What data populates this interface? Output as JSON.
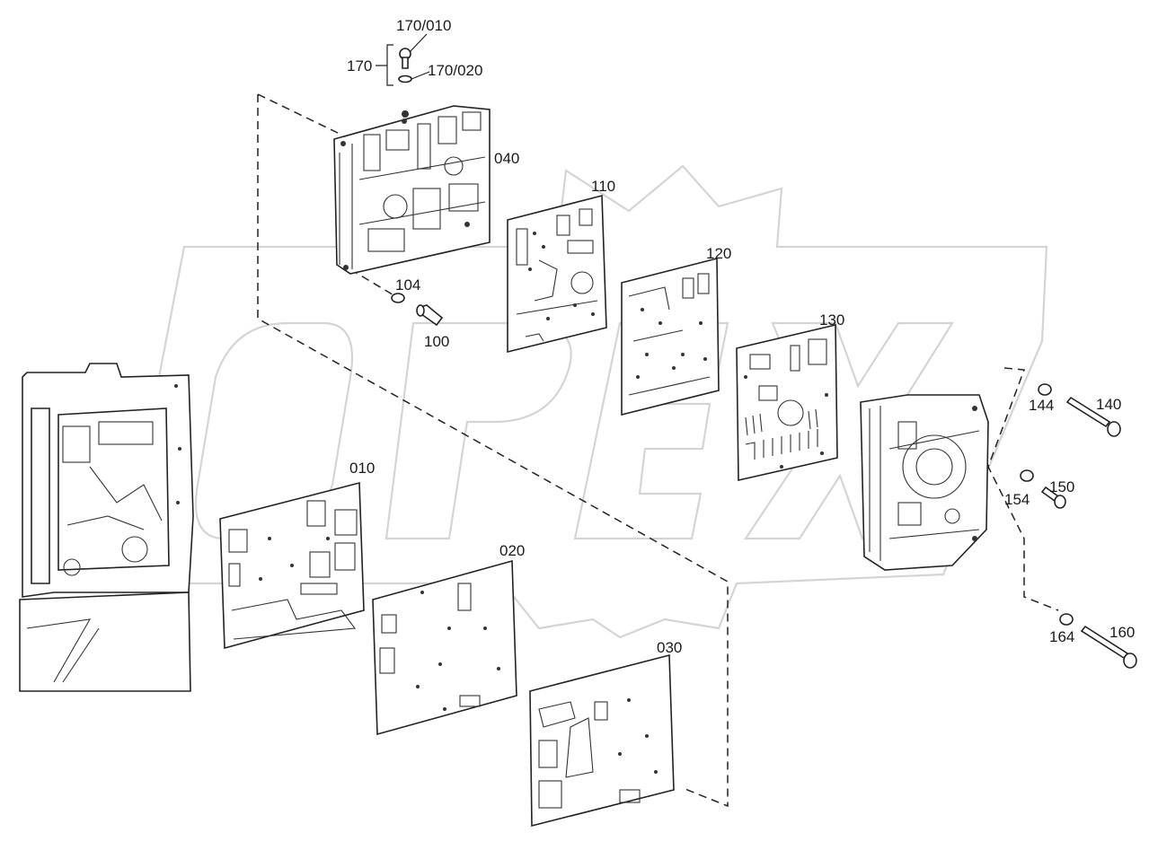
{
  "diagram": {
    "watermark": "OPEX",
    "labels": {
      "p170": "170",
      "p170_010": "170/010",
      "p170_020": "170/020",
      "p040": "040",
      "p110": "110",
      "p120": "120",
      "p130": "130",
      "p104": "104",
      "p100": "100",
      "p010": "010",
      "p020": "020",
      "p030": "030",
      "p144": "144",
      "p140": "140",
      "p154": "154",
      "p150": "150",
      "p164": "164",
      "p160": "160"
    }
  }
}
